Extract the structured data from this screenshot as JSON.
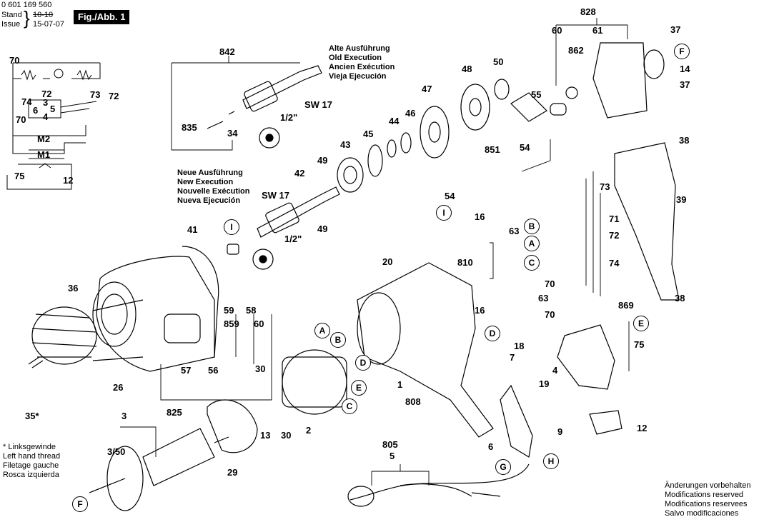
{
  "header": {
    "doc_number": "0 601 169 560",
    "stand_label": "Stand",
    "issue_label": "Issue",
    "old_date": "10-10",
    "date": "15-07-07",
    "fig_label": "Fig./Abb. 1"
  },
  "notes": {
    "old_execution": [
      "Alte Ausführung",
      "Old Execution",
      "Ancien Exécution",
      "Vieja Ejecución"
    ],
    "new_execution": [
      "Neue Ausführung",
      "New Execution",
      "Nouvelle Exécution",
      "Nueva Ejecución"
    ],
    "left_hand": [
      "* Linksgewinde",
      "Left hand thread",
      "Filetage gauche",
      "Rosca izquierda"
    ],
    "modifications": [
      "Änderungen vorbehalten",
      "Modifications reserved",
      "Modifications reservees",
      "Salvo modificaciones"
    ]
  },
  "labels": {
    "sw17_old": "SW 17",
    "half_old": "1/2\"",
    "sw17_new": "SW 17",
    "half_new": "1/2\"",
    "m2": "M2",
    "m1": "M1"
  },
  "parts": [
    "3",
    "3/50",
    "4",
    "5",
    "6",
    "7",
    "9",
    "12",
    "13",
    "14",
    "16",
    "16",
    "18",
    "19",
    "20",
    "26",
    "29",
    "30",
    "30",
    "34",
    "35*",
    "36",
    "37",
    "37",
    "38",
    "38",
    "39",
    "41",
    "42",
    "43",
    "44",
    "45",
    "46",
    "47",
    "48",
    "49",
    "49",
    "50",
    "54",
    "54",
    "55",
    "56",
    "57",
    "58",
    "59",
    "60",
    "61",
    "63",
    "63",
    "70",
    "70",
    "70",
    "71",
    "72",
    "72",
    "73",
    "73",
    "74",
    "74",
    "75",
    "75",
    "805",
    "808",
    "810",
    "825",
    "828",
    "835",
    "842",
    "851",
    "859",
    "862",
    "869",
    "60",
    "70",
    "72",
    "12",
    "1",
    "2",
    "6",
    "3",
    "4",
    "5"
  ],
  "connectors": [
    "A",
    "B",
    "C",
    "D",
    "E",
    "F",
    "G",
    "H",
    "I"
  ]
}
